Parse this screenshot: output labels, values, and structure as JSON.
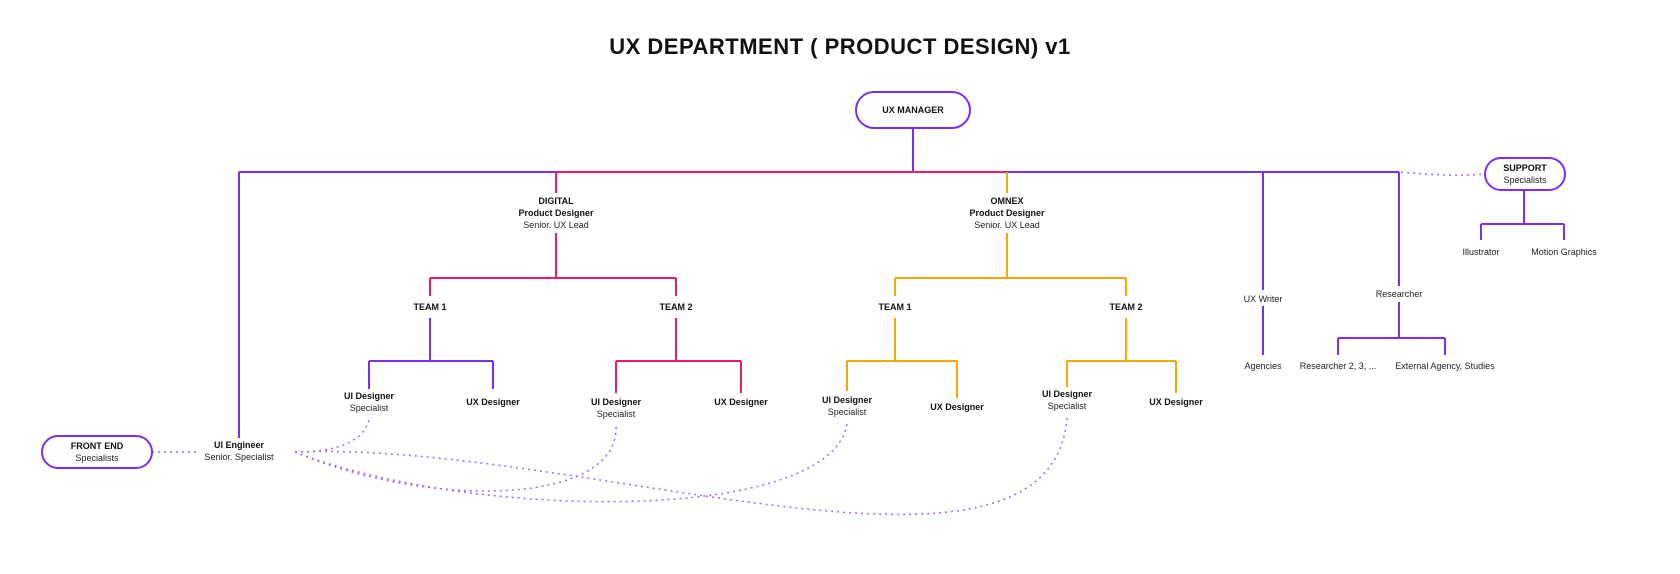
{
  "title": "UX DEPARTMENT ( PRODUCT DESIGN) v1",
  "colors": {
    "purple": "#7a2ff0",
    "magenta": "#f0186e",
    "orange": "#f5a800",
    "dotted": "#9b6cf2"
  },
  "nodes": {
    "ux_manager": {
      "label": "UX MANAGER"
    },
    "support": {
      "label": "SUPPORT",
      "sub": "Specialists"
    },
    "illustrator": {
      "label": "Illustrator"
    },
    "motion_graphics": {
      "label": "Motion Graphics"
    },
    "digital": {
      "line1": "DIGITAL",
      "line2": "Product Designer",
      "line3": "Senior. UX Lead"
    },
    "omnex": {
      "line1": "OMNEX",
      "line2": "Product Designer",
      "line3": "Senior. UX Lead"
    },
    "digital_team1": {
      "label": "TEAM 1"
    },
    "digital_team2": {
      "label": "TEAM 2"
    },
    "omnex_team1": {
      "label": "TEAM 1"
    },
    "omnex_team2": {
      "label": "TEAM 2"
    },
    "d1_ui": {
      "label": "UI Designer",
      "sub": "Specialist"
    },
    "d1_ux": {
      "label": "UX Designer"
    },
    "d2_ui": {
      "label": "UI Designer",
      "sub": "Specialist"
    },
    "d2_ux": {
      "label": "UX Designer"
    },
    "o1_ui": {
      "label": "UI Designer",
      "sub": "Specialist"
    },
    "o1_ux": {
      "label": "UX Designer"
    },
    "o2_ui": {
      "label": "UI Designer",
      "sub": "Specialist"
    },
    "o2_ux": {
      "label": "UX Designer"
    },
    "ux_writer": {
      "label": "UX Writer"
    },
    "agencies": {
      "label": "Agencies"
    },
    "researcher": {
      "label": "Researcher"
    },
    "researcher_2": {
      "label": "Researcher 2, 3, ..."
    },
    "external_agency": {
      "label": "External Agency, Studies"
    },
    "front_end": {
      "label": "FRONT END",
      "sub": "Specialists"
    },
    "ui_engineer": {
      "label": "UI Engineer",
      "sub": "Senior. Specialist"
    }
  }
}
